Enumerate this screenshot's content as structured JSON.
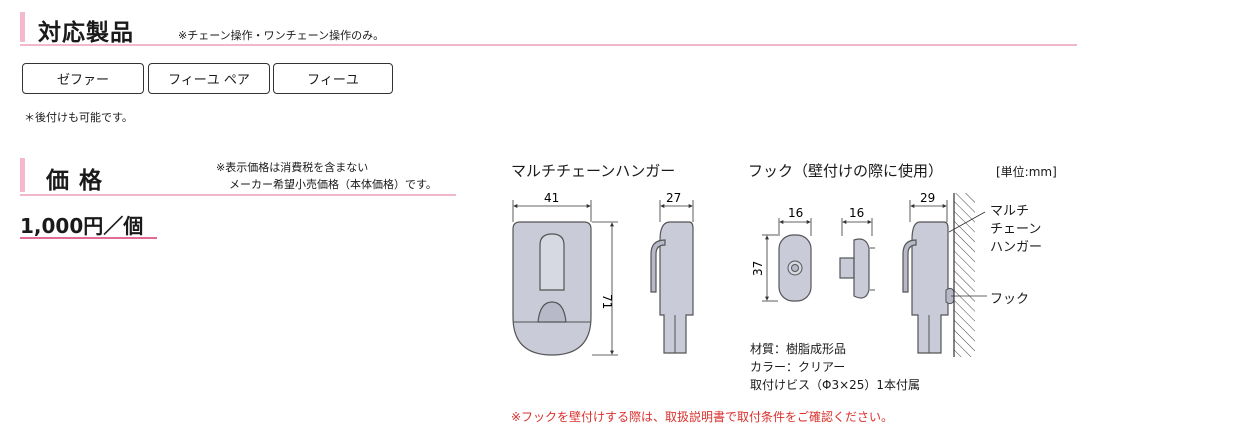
{
  "compatible": {
    "title": "対応製品",
    "note": "※チェーン操作・ワンチェーン操作のみ。",
    "products": [
      "ゼファー",
      "フィーユ ペア",
      "フィーユ"
    ],
    "after_note": "＊後付けも可能です。"
  },
  "price": {
    "title": "価 格",
    "note_line1": "※表示価格は消費税を含まない",
    "note_line2": "メーカー希望小売価格（本体価格）です。",
    "value": "1,000円／個"
  },
  "hanger": {
    "title": "マルチチェーンハンガー",
    "dim_width": "41",
    "dim_depth": "27",
    "dim_height": "71"
  },
  "hook": {
    "title": "フック（壁付けの際に使用）",
    "unit": "[単位:mm]",
    "dim_front_width": "16",
    "dim_side_width": "16",
    "dim_height": "37",
    "dim_mounted": "29",
    "label_hanger_line1": "マルチ",
    "label_hanger_line2": "チェーン",
    "label_hanger_line3": "ハンガー",
    "label_hook": "フック",
    "spec_material": "材質：樹脂成形品",
    "spec_color": "カラー：クリアー",
    "spec_screw": "取付けビス（Φ3×25）1本付属"
  },
  "footer_note": "※フックを壁付けする際は、取扱説明書で取付条件をご確認ください。",
  "colors": {
    "accent_pink": "#f2b9cf",
    "part_fill": "#c9cbd8",
    "part_dark": "#b7b9c9",
    "warning_red": "#d9302c"
  }
}
